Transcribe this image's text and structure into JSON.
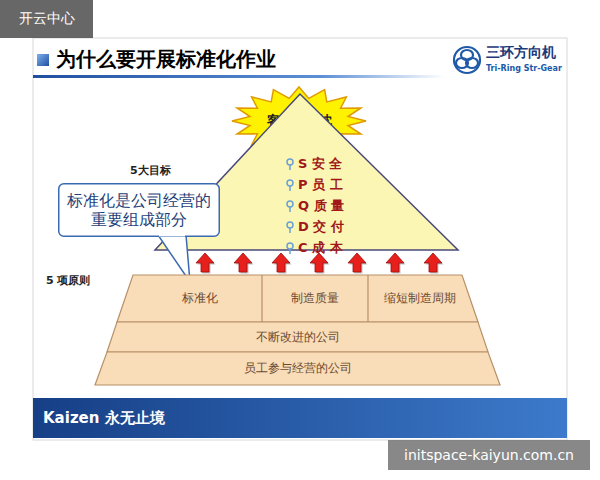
{
  "diagram": {
    "title": "为什么要开展标准化作业",
    "nodes": [
      {
        "text": [
          "客户的热忱"
        ]
      },
      {
        "text": [
          "5大目标",
          "S 安 全",
          "P 员 工",
          "Q 质 量",
          "D 交 付",
          "C 成 本"
        ]
      },
      {
        "text": [
          "标准化是公司经营的重要组成部分"
        ]
      },
      {
        "text": [
          "5 项原则"
        ]
      },
      {
        "text": [
          "标准化"
        ],
        "in": 3
      },
      {
        "text": [
          "制造质量"
        ],
        "in": 3
      },
      {
        "text": [
          "缩短制造周期"
        ],
        "in": 3
      },
      {
        "text": [
          "不断改进的公司"
        ],
        "in": 3
      },
      {
        "text": [
          "员工参与经营的公司"
        ],
        "in": 3
      },
      {
        "text": [
          "Kaizen 永无止境"
        ]
      }
    ],
    "edges": [
      {
        "from": 3,
        "to": 1,
        "arrow": "to"
      }
    ],
    "labels": [
      "三环方向机",
      "Tri-Ring Str-Gear",
      "开云中心",
      "initspace-kaiyun.com.cn"
    ]
  }
}
